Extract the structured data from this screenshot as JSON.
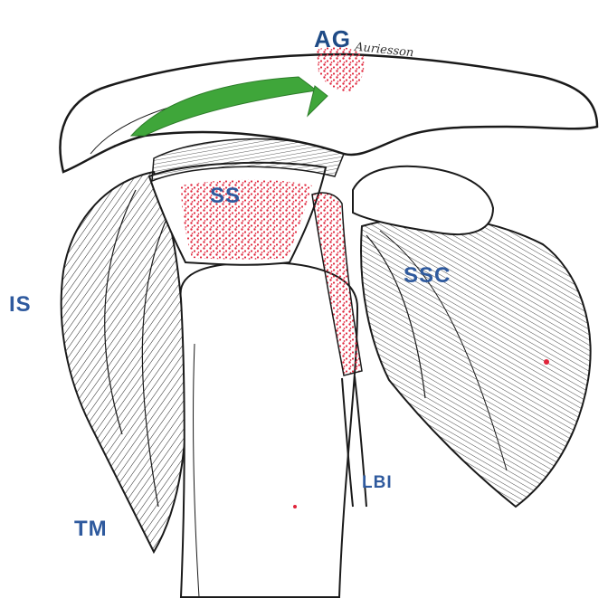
{
  "labels": {
    "ag": "AG",
    "ss": "SS",
    "ssc": "SSC",
    "is": "IS",
    "tm": "TM",
    "lbi": "LBI"
  },
  "signature": "Auriesson",
  "colors": {
    "label": "#2f5a9e",
    "label_dark": "#1f4b86",
    "highlight_red": "#e0243a",
    "highlight_green": "#3fa63a",
    "ink": "#1a1a1a"
  }
}
